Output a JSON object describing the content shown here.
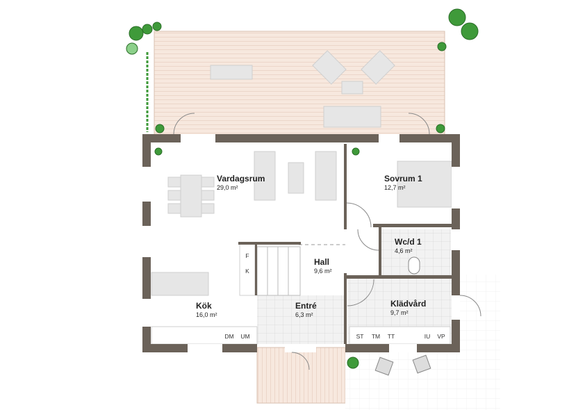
{
  "rooms": [
    {
      "name": "Vardagsrum",
      "area": "29,0 m²"
    },
    {
      "name": "Sovrum 1",
      "area": "12,7 m²"
    },
    {
      "name": "Wc/d 1",
      "area": "4,6 m²"
    },
    {
      "name": "Hall",
      "area": "9,6 m²"
    },
    {
      "name": "Kök",
      "area": "16,0 m²"
    },
    {
      "name": "Entré",
      "area": "6,3 m²"
    },
    {
      "name": "Klädvård",
      "area": "9,7 m²"
    }
  ],
  "cabinets": [
    "F",
    "K",
    "DM",
    "UM",
    "ST",
    "TM",
    "TT",
    "IU",
    "VP"
  ],
  "colors": {
    "wall": "#6b6259",
    "deck": "#f7e8de",
    "tile": "#ececec",
    "furniture": "#e6e6e6",
    "plant": "#3f9a3a"
  }
}
